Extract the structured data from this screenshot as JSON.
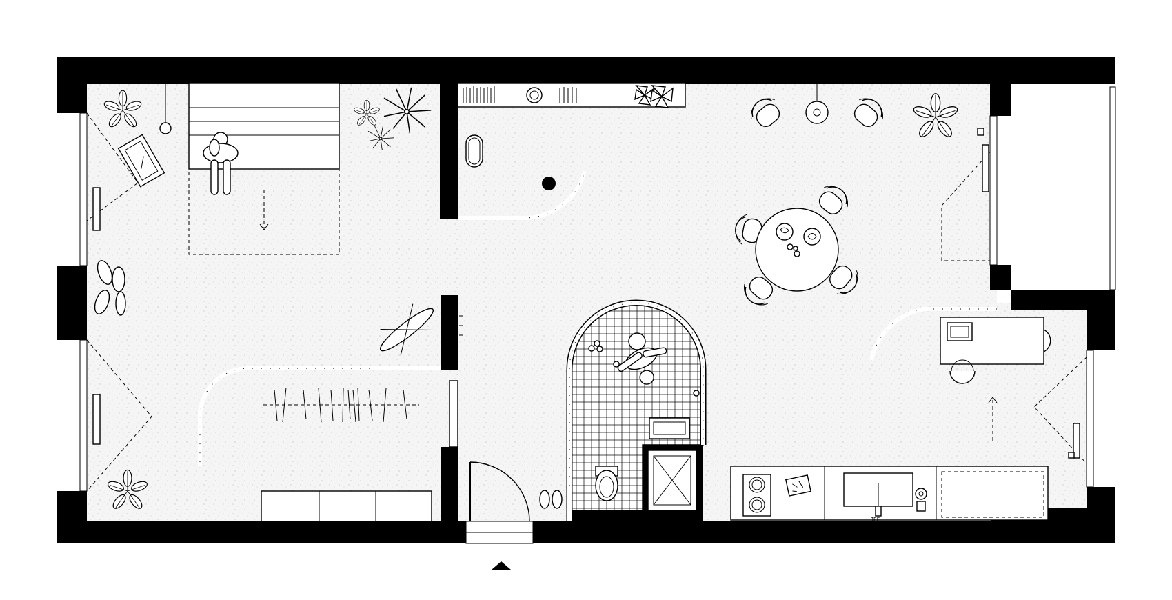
{
  "drawing": {
    "kind": "architectural floor plan",
    "style": "black and white line drawing"
  },
  "colors": {
    "wall": "#000000",
    "floor": "#f4f4f4",
    "stroke": "#000000",
    "paper": "#ffffff"
  },
  "rooms": [
    {
      "key": "bedroom",
      "items": [
        "bed",
        "person",
        "plants",
        "mirror",
        "pendant-lamp",
        "rug"
      ]
    },
    {
      "key": "wardrobe",
      "items": [
        "curved-partition",
        "hanging-rail",
        "bench",
        "ironing-board"
      ]
    },
    {
      "key": "bath-niche",
      "items": [
        "curved-shower-wall",
        "bathtub",
        "shelf",
        "drain"
      ]
    },
    {
      "key": "bathroom",
      "items": [
        "arched-tiled-wall",
        "person",
        "sink",
        "toilet",
        "shower-tray"
      ]
    },
    {
      "key": "living-dining",
      "items": [
        "round-table",
        "four-chairs",
        "two-armchairs",
        "side-table",
        "plant"
      ]
    },
    {
      "key": "kitchen-office",
      "items": [
        "desk",
        "laptop",
        "chairs",
        "counter",
        "cooktop",
        "sink",
        "coffee-machine"
      ]
    }
  ],
  "entrance": {
    "marker": "triangle-up"
  },
  "texts": {
    "kitchen_tap_label": "ЛЕЕ"
  }
}
